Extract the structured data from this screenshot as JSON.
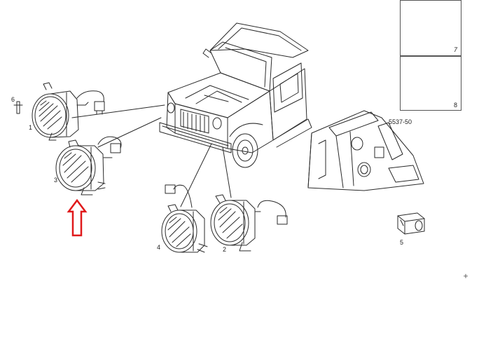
{
  "labels": {
    "part1": "1",
    "part2": "2",
    "part3": "3",
    "part4": "4",
    "part5": "5",
    "part6": "6",
    "part7": "7",
    "part8": "8",
    "ref_code": "5537-50"
  },
  "colors": {
    "line": "#2a2a2a",
    "arrow": "#e0191b",
    "background": "#ffffff"
  },
  "icons": {
    "arrow": "up-arrow-icon"
  }
}
